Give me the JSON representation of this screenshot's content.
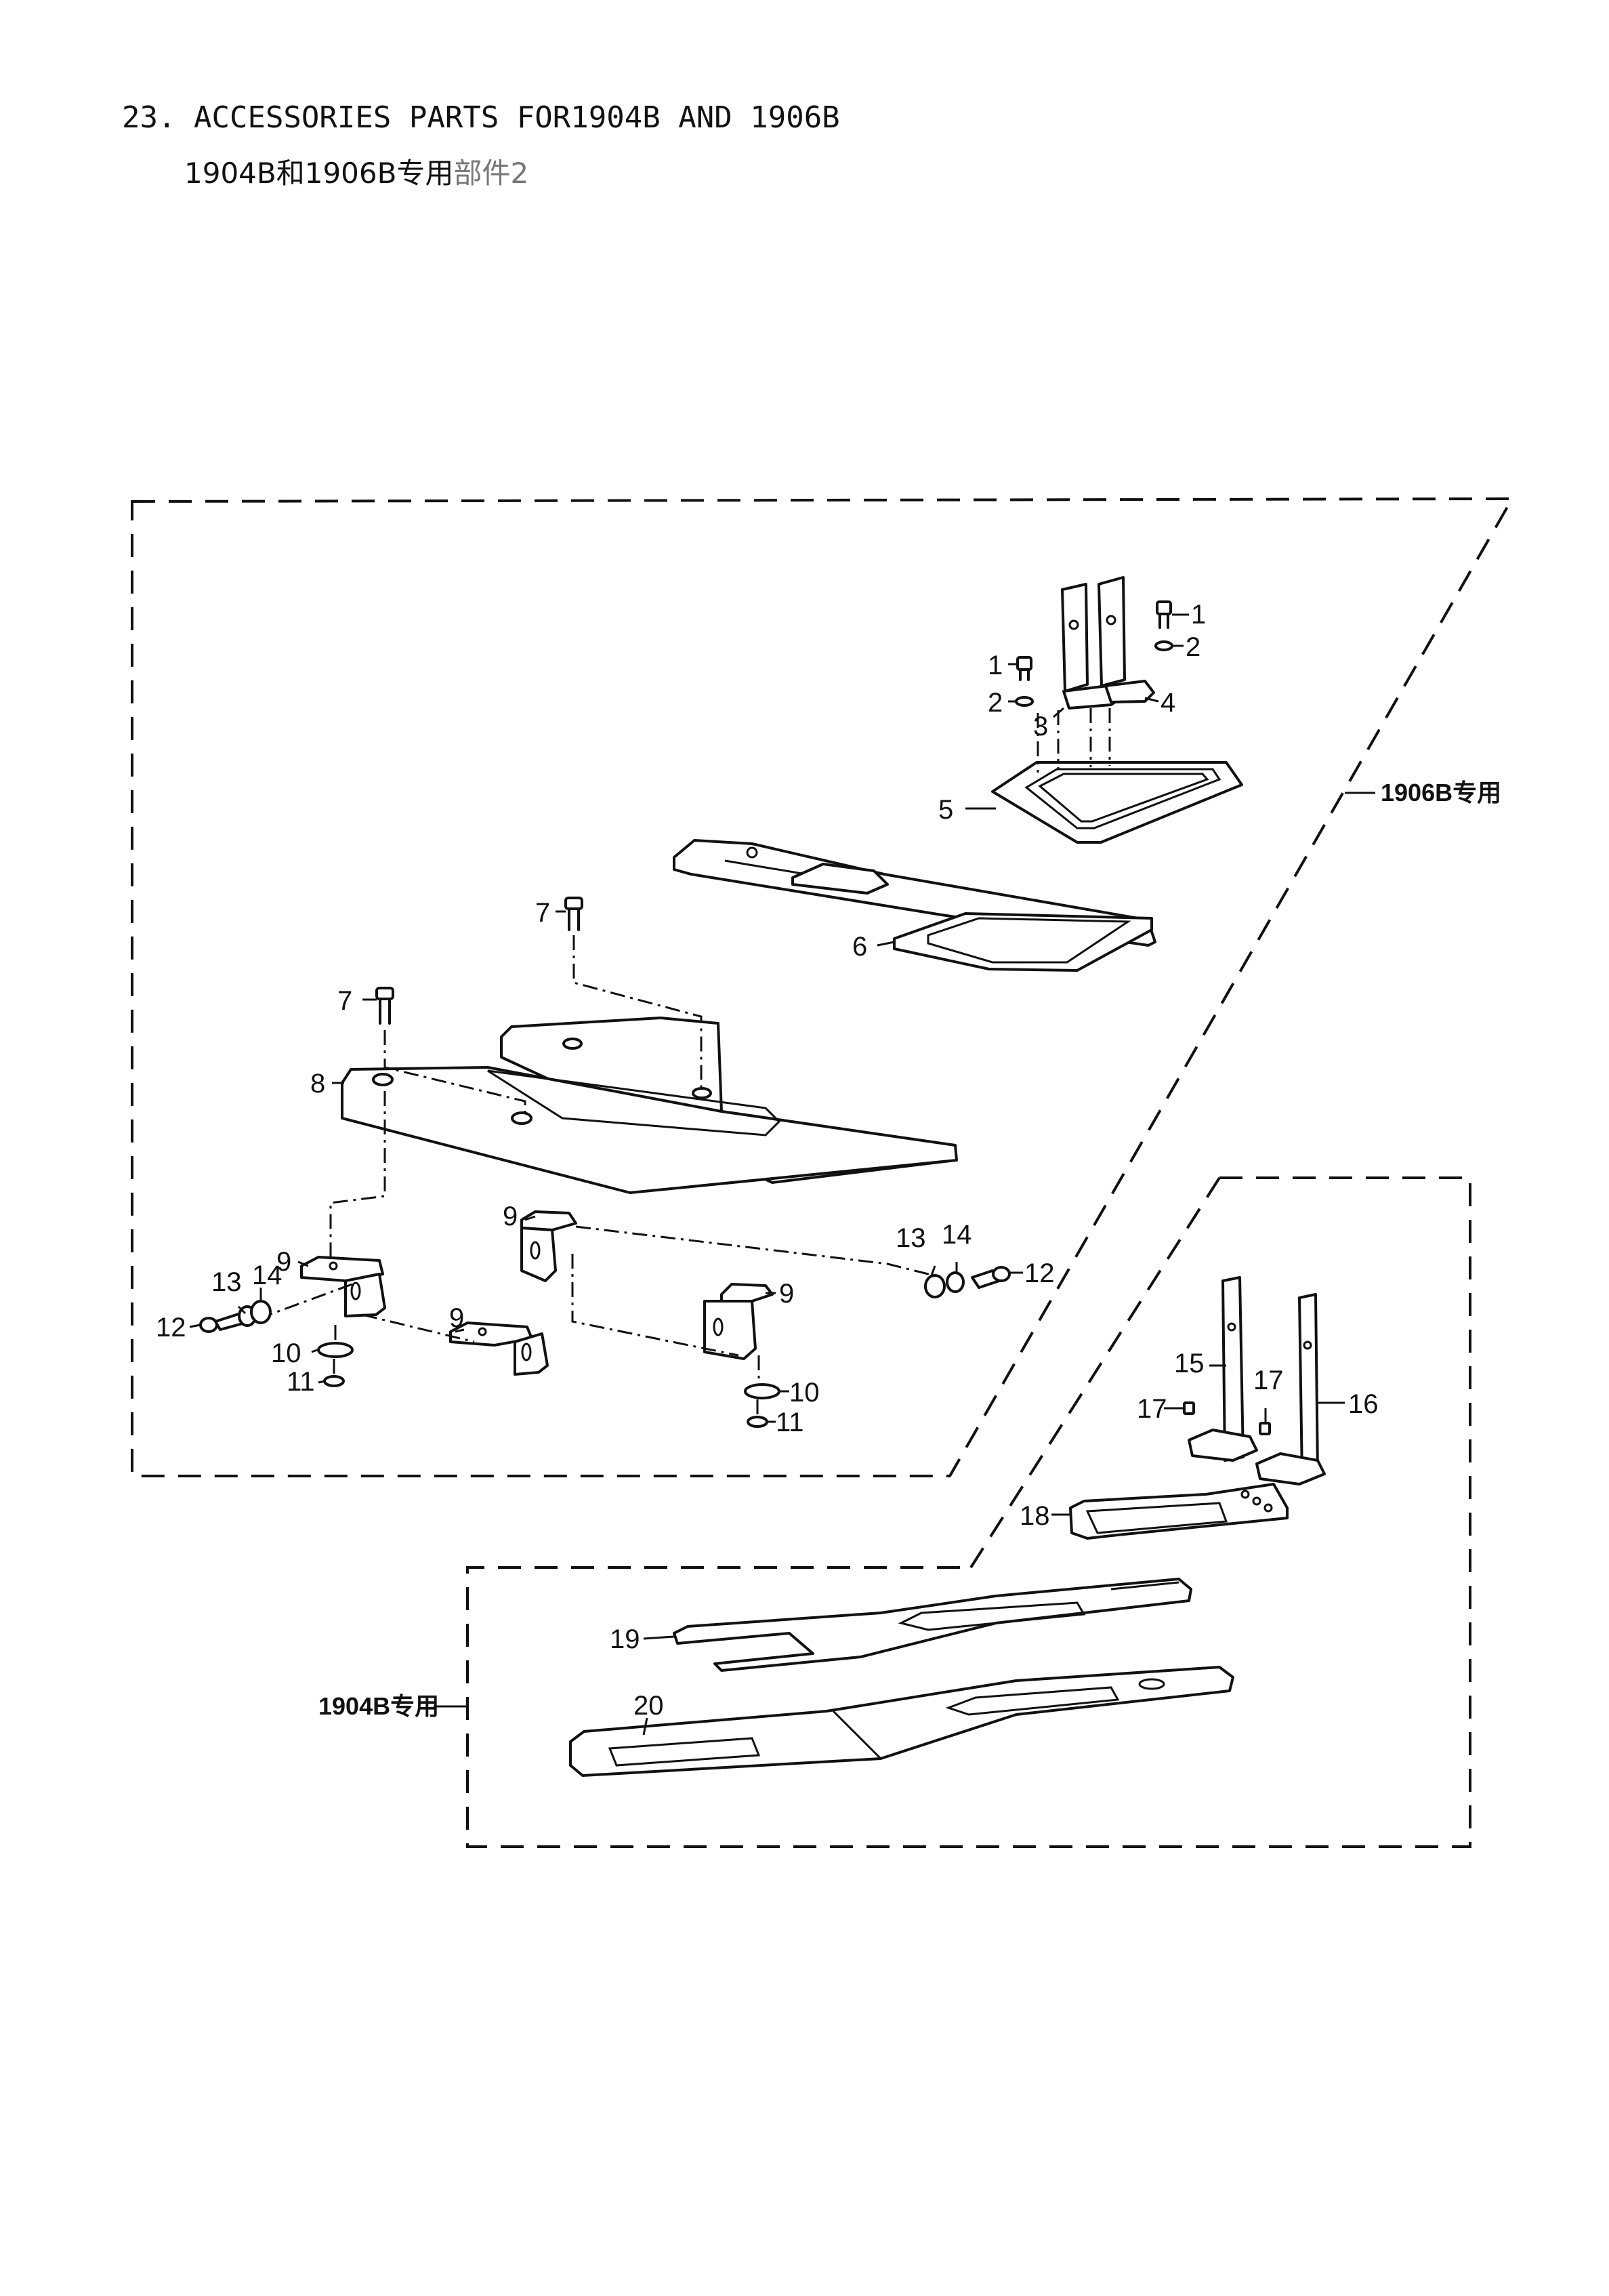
{
  "title": {
    "number": "23.",
    "text_pre": "ACCESSORIES PARTS FOR",
    "model_a": "1904B",
    "and": "AND",
    "model_b": "1906B"
  },
  "subtitle": {
    "model_a": "1904B",
    "he": "和",
    "model_b": "1906B",
    "zhuanyong": "专用",
    "bujian": "部件2"
  },
  "groups": {
    "g1906": "1906B专用",
    "g1904": "1904B专用"
  },
  "callouts": {
    "c1a": "1",
    "c2a": "2",
    "c1b": "1",
    "c2b": "2",
    "c3": "3",
    "c4": "4",
    "c5": "5",
    "c6": "6",
    "c7a": "7",
    "c7b": "7",
    "c8": "8",
    "c9a": "9",
    "c9b": "9",
    "c9c": "9",
    "c9d": "9",
    "c10a": "10",
    "c10b": "10",
    "c11a": "11",
    "c11b": "11",
    "c12a": "12",
    "c12b": "12",
    "c13a": "13",
    "c13b": "13",
    "c14a": "14",
    "c14b": "14",
    "c15": "15",
    "c16": "16",
    "c17a": "17",
    "c17b": "17",
    "c18": "18",
    "c19": "19",
    "c20": "20"
  },
  "colors": {
    "ink": "#111111",
    "background": "#ffffff"
  }
}
